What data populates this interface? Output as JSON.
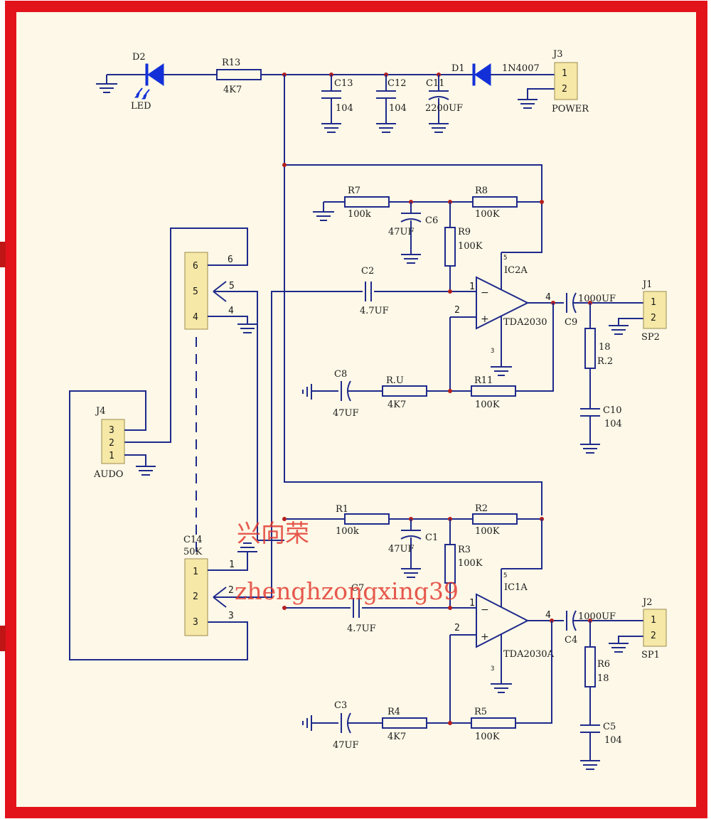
{
  "colors": {
    "border": "#e3131b",
    "background": "#fdf8e7",
    "wire": "#1f2a8c",
    "diode": "#1330d8",
    "connector": "#f6e8a6",
    "watermark": "#e0342b"
  },
  "power": {
    "d2": {
      "ref": "D2",
      "value": "LED"
    },
    "r13": {
      "ref": "R13",
      "value": "4K7"
    },
    "c13": {
      "ref": "C13",
      "value": "104"
    },
    "c12": {
      "ref": "C12",
      "value": "104"
    },
    "c11": {
      "ref": "C11",
      "value": "2200UF"
    },
    "d1": {
      "ref": "D1",
      "value": "1N4007"
    },
    "j3": {
      "ref": "J3",
      "name": "POWER",
      "pin1": "1",
      "pin2": "2"
    }
  },
  "input": {
    "j4": {
      "ref": "J4",
      "name": "AUDO",
      "pin3": "3",
      "pin2": "2",
      "pin1": "1"
    },
    "pot_top": {
      "pin6": "6",
      "pin5": "5",
      "pin4": "4",
      "net6": "6",
      "net5": "5",
      "net4": "4"
    },
    "pot_bottom": {
      "ref": "C14",
      "value": "50K",
      "pin1": "1",
      "pin2": "2",
      "pin3": "3",
      "net1": "1",
      "net2": "2",
      "net3": "3"
    }
  },
  "channel_a": {
    "r7": {
      "ref": "R7",
      "value": "100k"
    },
    "c6": {
      "ref": "C6",
      "value": "47UF"
    },
    "r8": {
      "ref": "R8",
      "value": "100K"
    },
    "r9": {
      "ref": "R9",
      "value": "100K"
    },
    "c2": {
      "ref": "C2",
      "value": "4.7UF"
    },
    "ic": {
      "ref": "IC2A",
      "part": "TDA2030",
      "pin_in_neg": "1",
      "pin_in_pos": "2",
      "pin_out": "4",
      "pin_vcc": "5",
      "pin_gnd": "3"
    },
    "c9": {
      "ref": "C9",
      "value": "1000UF"
    },
    "j1": {
      "ref": "J1",
      "name": "SP2",
      "pin1": "1",
      "pin2": "2"
    },
    "r12": {
      "ref": "R.2",
      "value": "18"
    },
    "c10": {
      "ref": "C10",
      "value": "104"
    },
    "c8": {
      "ref": "C8",
      "value": "47UF"
    },
    "r10": {
      "ref": "R.U",
      "value": "4K7"
    },
    "r11": {
      "ref": "R11",
      "value": "100K"
    }
  },
  "channel_b": {
    "r1": {
      "ref": "R1",
      "value": "100k"
    },
    "c1": {
      "ref": "C1",
      "value": "47UF"
    },
    "r2": {
      "ref": "R2",
      "value": "100K"
    },
    "r3": {
      "ref": "R3",
      "value": "100K"
    },
    "c7": {
      "ref": "C7",
      "value": "4.7UF"
    },
    "ic": {
      "ref": "IC1A",
      "part": "TDA2030A",
      "pin_in_neg": "1",
      "pin_in_pos": "2",
      "pin_out": "4",
      "pin_vcc": "5",
      "pin_gnd": "3"
    },
    "c4": {
      "ref": "C4",
      "value": "1000UF"
    },
    "j2": {
      "ref": "J2",
      "name": "SP1",
      "pin1": "1",
      "pin2": "2"
    },
    "r6": {
      "ref": "R6",
      "value": "18"
    },
    "c5": {
      "ref": "C5",
      "value": "104"
    },
    "c3": {
      "ref": "C3",
      "value": "47UF"
    },
    "r4": {
      "ref": "R4",
      "value": "4K7"
    },
    "r5": {
      "ref": "R5",
      "value": "100K"
    }
  },
  "watermark": {
    "cn": "兴向荣",
    "en": "zhenghzongxing39"
  }
}
